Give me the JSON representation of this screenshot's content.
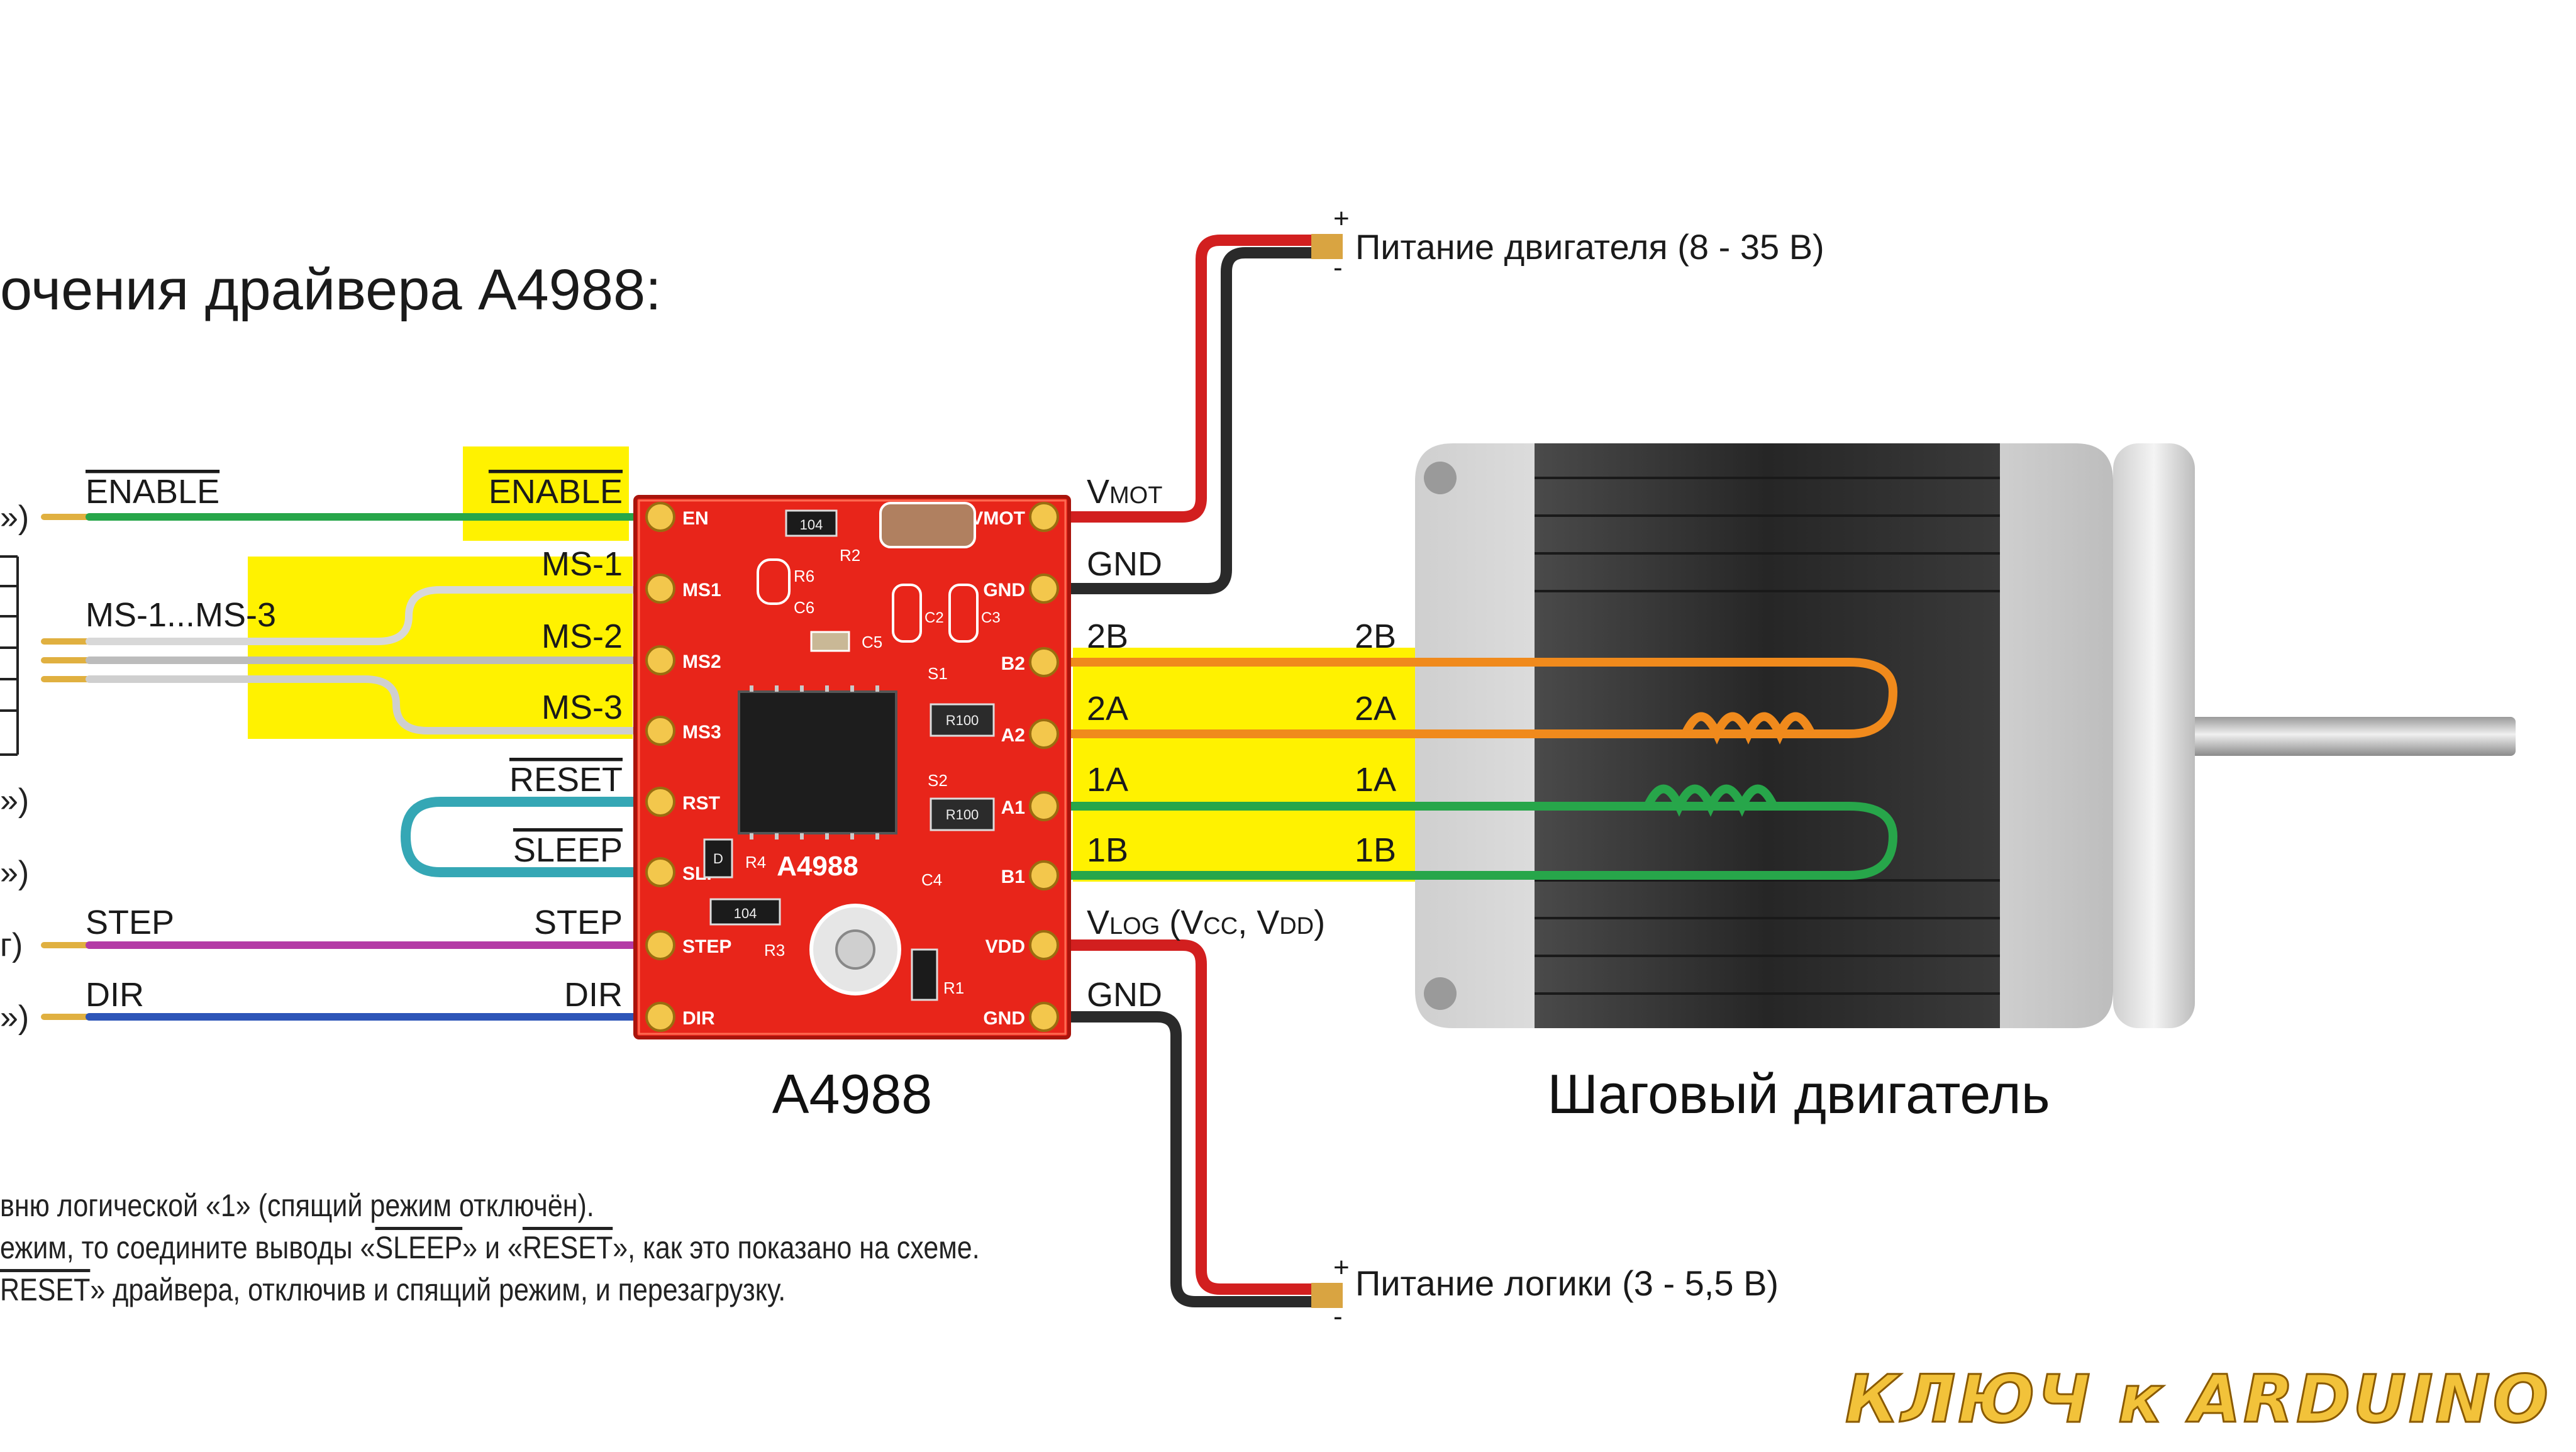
{
  "title": "очения драйвера A4988:",
  "driver": {
    "name": "A4988",
    "chip_label": "A4988",
    "left_pins": [
      "EN",
      "MS1",
      "MS2",
      "MS3",
      "RST",
      "SLP",
      "STEP",
      "DIR"
    ],
    "right_pins": [
      "VMOT",
      "GND",
      "B2",
      "A2",
      "A1",
      "B1",
      "VDD",
      "GND"
    ],
    "parts": [
      "104",
      "R2",
      "R6",
      "C6",
      "C5",
      "C2",
      "C3",
      "S1",
      "S2",
      "R100",
      "R100",
      "C4",
      "R4",
      "104",
      "R3",
      "R1",
      "D"
    ]
  },
  "left_wires": {
    "enable": "ENABLE",
    "ms_group": "MS-1...MS-3",
    "step": "STEP",
    "dir": "DIR",
    "edge_marks": [
      "»)",
      "»)",
      "»)",
      "г)",
      "»)"
    ]
  },
  "left_labels": {
    "enable": "ENABLE",
    "ms1": "MS-1",
    "ms2": "MS-2",
    "ms3": "MS-3",
    "reset": "RESET",
    "sleep": "SLEEP",
    "step": "STEP",
    "dir": "DIR"
  },
  "right_labels": {
    "vmot_main": "V",
    "vmot_sub": "MOT",
    "gnd1": "GND",
    "b2": "2B",
    "a2": "2A",
    "a1": "1A",
    "b1": "1B",
    "vlog_main": "V",
    "vlog_sub": "LOG",
    "vlog_rest": " (V",
    "vcc_sub": "CC",
    "vlog_sep": ", V",
    "vdd_sub": "DD",
    "vlog_close": ")",
    "gnd2": "GND"
  },
  "motor_labels": [
    "2B",
    "2A",
    "1A",
    "1B"
  ],
  "motor": {
    "label": "Шаговый двигатель"
  },
  "power": {
    "motor": "Питание двигателя (8 - 35 В)",
    "logic": "Питание логики (3 - 5,5 В)",
    "plus": "+",
    "minus": "-"
  },
  "notes": {
    "line1": "вню логической «1» (спящий режим отключён).",
    "line2_a": "ежим, то соедините выводы «",
    "line2_sleep": "SLEEP",
    "line2_b": "» и «",
    "line2_reset": "RESET",
    "line2_c": "», как это показано на схеме.",
    "line3_reset": "RESET",
    "line3_rest": "» драйвера, отключив и спящий режим, и перезагрузку."
  },
  "watermark": "КЛЮЧ к ARDUINO",
  "colors": {
    "highlight": "#fff200",
    "board": "#e8251a",
    "wire_red": "#d21f1f",
    "wire_black": "#2a2a2a",
    "wire_green": "#27a64a",
    "wire_orange": "#f08a1c",
    "wire_teal": "#35a7b5",
    "wire_purple": "#b43aa6",
    "wire_blue": "#2d55b8"
  }
}
